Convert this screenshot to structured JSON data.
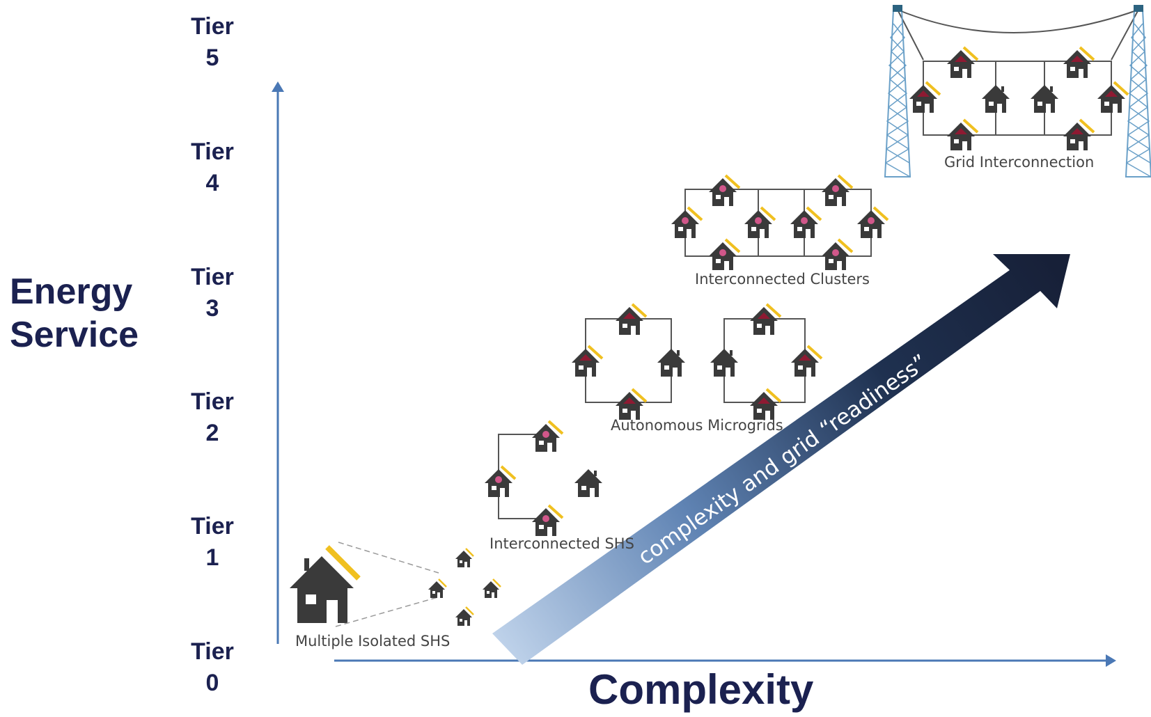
{
  "axes": {
    "y_label_lines": [
      "Energy",
      "Service"
    ],
    "x_label": "Complexity",
    "tiers": [
      {
        "word": "Tier",
        "num": "5"
      },
      {
        "word": "Tier",
        "num": "4"
      },
      {
        "word": "Tier",
        "num": "3"
      },
      {
        "word": "Tier",
        "num": "2"
      },
      {
        "word": "Tier",
        "num": "1"
      },
      {
        "word": "Tier",
        "num": "0"
      }
    ]
  },
  "stages": {
    "isolated": "Multiple Isolated SHS",
    "interconnected_shs": "Interconnected SHS",
    "microgrids": "Autonomous Microgrids",
    "clusters": "Interconnected Clusters",
    "grid": "Grid Interconnection"
  },
  "arrow_text": "complexity and grid “readiness”",
  "colors": {
    "text_dark": "#1b2150",
    "axis": "#4a78b5",
    "arrow_dark": "#1a2440",
    "arrow_light": "#b4cbe8",
    "house": "#3a3a3a",
    "house_red": "#8e1a32",
    "solar": "#f0c020",
    "line": "#555555"
  },
  "icons": [
    "house-icon",
    "solar-panel-icon",
    "transmission-tower-icon"
  ]
}
